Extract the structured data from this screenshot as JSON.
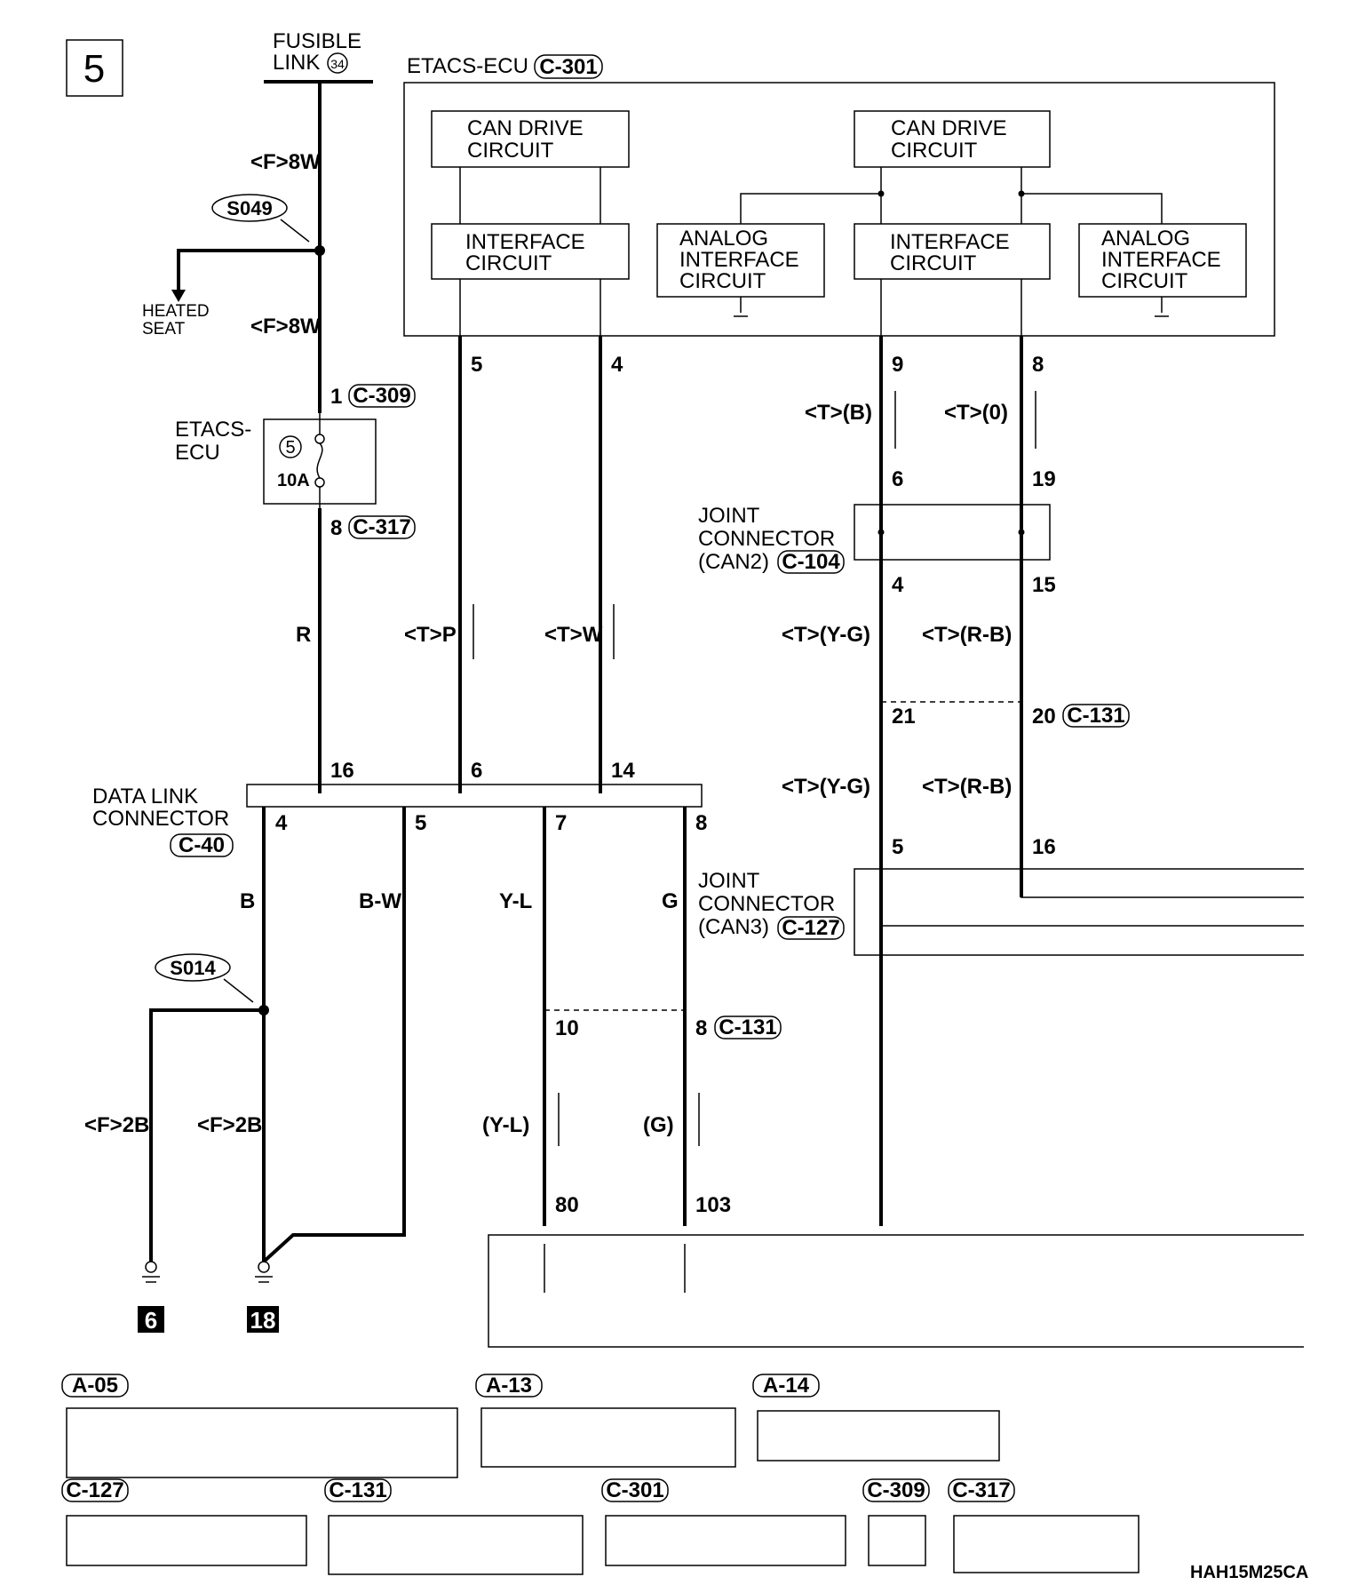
{
  "page_number": "5",
  "fusible_link": {
    "line1": "FUSIBLE",
    "line2": "LINK",
    "num": "34"
  },
  "etacs_ecu": {
    "label": "ETACS-ECU",
    "connector": "C-301"
  },
  "blocks": {
    "can_drive": "CAN DRIVE",
    "circuit": "CIRCUIT",
    "interface": "INTERFACE",
    "analog": "ANALOG"
  },
  "splices": {
    "s049": "S049",
    "s014": "S014"
  },
  "heated_seat": {
    "line1": "HEATED",
    "line2": "SEAT"
  },
  "fuse": {
    "label_line1": "ETACS-",
    "label_line2": "ECU",
    "num": "5",
    "amp": "10A"
  },
  "wire_labels": {
    "f8w": "<F>8W",
    "r": "R",
    "tp": "<T>P",
    "tw": "<T>W",
    "tb": "<T>(B)",
    "to": "<T>(0)",
    "tyg": "<T>(Y-G)",
    "trb": "<T>(R-B)",
    "b": "B",
    "bw": "B-W",
    "yl": "Y-L",
    "g": "G",
    "f2b": "<F>2B",
    "yl_p": "(Y-L)",
    "g_p": "(G)"
  },
  "pins": {
    "p1": "1",
    "p8": "8",
    "p5": "5",
    "p4": "4",
    "p9": "9",
    "p6": "6",
    "p19": "19",
    "p15": "15",
    "p21": "21",
    "p20": "20",
    "p16": "16",
    "p14": "14",
    "p7": "7",
    "p10": "10",
    "p80": "80",
    "p103": "103"
  },
  "connectors": {
    "c309": "C-309",
    "c317": "C-317",
    "c104": "C-104",
    "c131": "C-131",
    "c40": "C-40",
    "c127": "C-127",
    "a05": "A-05",
    "a13": "A-13",
    "a14": "A-14",
    "c301": "C-301"
  },
  "joint_can2": {
    "line1": "JOINT",
    "line2": "CONNECTOR",
    "line3": "(CAN2)"
  },
  "joint_can3": {
    "line1": "JOINT",
    "line2": "CONNECTOR",
    "line3": "(CAN3)"
  },
  "dlc": {
    "line1": "DATA LINK",
    "line2": "CONNECTOR"
  },
  "grounds": {
    "g6": "6",
    "g18": "18"
  },
  "diagram_code": "HAH15M25CA"
}
